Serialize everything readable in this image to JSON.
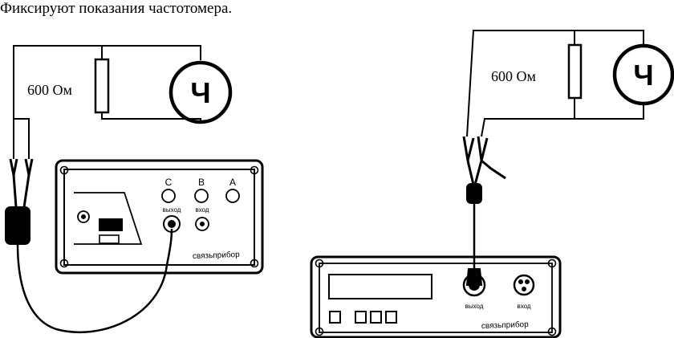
{
  "caption": "Фиксируют показания частотомера.",
  "left_diagram": {
    "resistor_label": "600 Ом",
    "meter_label": "Ч",
    "device": {
      "port_c": "C",
      "port_b": "B",
      "port_a": "A",
      "output_label": "выход",
      "input_label": "вход",
      "brand": "связьприбор"
    }
  },
  "right_diagram": {
    "resistor_label": "600 Ом",
    "meter_label": "Ч",
    "device": {
      "output_label": "выход",
      "input_label": "вход",
      "brand": "связьприбор"
    }
  }
}
